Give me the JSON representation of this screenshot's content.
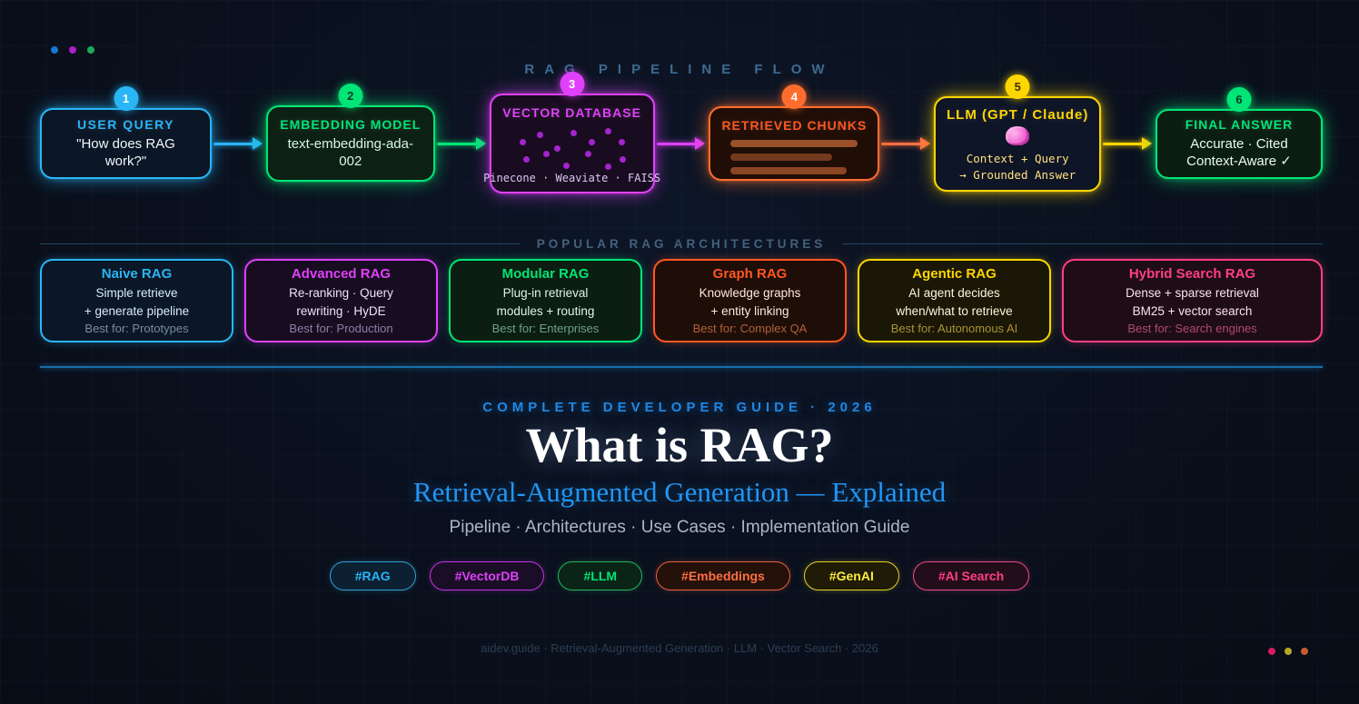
{
  "pipeline": {
    "header": "RAG PIPELINE FLOW",
    "steps": [
      {
        "num": "1",
        "title": "USER QUERY",
        "body": "\"How does RAG work?\"",
        "accent": "#29b6f6",
        "bg": "#0b1626",
        "badge_text_color": "#ffffff"
      },
      {
        "num": "2",
        "title": "EMBEDDING MODEL",
        "body": "text-embedding-ada-002",
        "accent": "#00e676",
        "bg": "#0c2014",
        "badge_text_color": "#063a1e",
        "body_color": "#d7f7e2"
      },
      {
        "num": "3",
        "title": "VECTOR DATABASE",
        "footer": "Pinecone · Weaviate · FAISS",
        "accent": "#e040fb",
        "bg": "#190b20",
        "badge_text_color": "#ffffff",
        "dot_color": "#a424cf"
      },
      {
        "num": "4",
        "title": "RETRIEVED CHUNKS",
        "accent": "#ff6d2e",
        "title_color": "#ff5722",
        "bg": "#1f0d06",
        "badge_text_color": "#ffffff",
        "bar_colors": [
          "#9a5028",
          "#743a1e",
          "#8a4522"
        ]
      },
      {
        "num": "5",
        "title": "LLM (GPT / Claude)",
        "icon": "brain-icon",
        "lines": [
          "Context + Query",
          "→ Grounded Answer"
        ],
        "accent": "#ffd600",
        "bg": "#0e1526",
        "badge_text_color": "#3f3000",
        "mono_color": "#ffe082"
      },
      {
        "num": "6",
        "title": "FINAL ANSWER",
        "lines": [
          "Accurate · Cited",
          "Context-Aware ✓"
        ],
        "accent": "#00e676",
        "bg": "#0c1d12",
        "badge_text_color": "#063a1e"
      }
    ],
    "arrow_colors": [
      "#29b6f6",
      "#00e676",
      "#e040fb",
      "#ff7043",
      "#ffd600"
    ]
  },
  "architectures": {
    "header": "POPULAR RAG ARCHITECTURES",
    "cards": [
      {
        "title": "Naive RAG",
        "lines": [
          "Simple retrieve",
          "+ generate pipeline"
        ],
        "best": "Best for: Prototypes",
        "accent": "#29b6f6",
        "bg": "#0b1726",
        "body": "#d9ecf9",
        "dim": "#7a8c9c"
      },
      {
        "title": "Advanced RAG",
        "lines": [
          "Re-ranking · Query",
          "rewriting · HyDE"
        ],
        "best": "Best for: Production",
        "accent": "#e040fb",
        "bg": "#170c20",
        "body": "#efe2fa",
        "dim": "#8f7fa6"
      },
      {
        "title": "Modular RAG",
        "lines": [
          "Plug-in retrieval",
          "modules + routing"
        ],
        "best": "Best for: Enterprises",
        "accent": "#00e676",
        "bg": "#0b1e11",
        "body": "#ddf6e8",
        "dim": "#6fa183"
      },
      {
        "title": "Graph RAG",
        "lines": [
          "Knowledge graphs",
          "+ entity linking"
        ],
        "best": "Best for: Complex QA",
        "accent": "#ff5722",
        "bg": "#1f0e07",
        "body": "#fde8dd",
        "dim": "#b0603a"
      },
      {
        "title": "Agentic RAG",
        "lines": [
          "AI agent decides",
          "when/what to retrieve"
        ],
        "best": "Best for: Autonomous AI",
        "accent": "#ffd600",
        "bg": "#1b1706",
        "body": "#fdf6dc",
        "dim": "#a79336"
      },
      {
        "title": "Hybrid Search RAG",
        "lines": [
          "Dense + sparse retrieval",
          "BM25 + vector search"
        ],
        "best": "Best for: Search engines",
        "accent": "#ff4081",
        "bg": "#1e0c16",
        "body": "#fde2ec",
        "dim": "#b04a72"
      }
    ]
  },
  "hero": {
    "kicker": "COMPLETE DEVELOPER GUIDE · 2026",
    "title": "What is RAG?",
    "subtitle": "Retrieval-Augmented Generation — Explained",
    "tagline": "Pipeline · Architectures · Use Cases · Implementation Guide",
    "kicker_color": "#1e88e5",
    "subtitle_color": "#2196f3"
  },
  "tags": [
    {
      "label": "#RAG",
      "accent": "#2e9fd0",
      "text": "#29b6f6",
      "bg": "#0c2032"
    },
    {
      "label": "#VectorDB",
      "accent": "#c233e0",
      "text": "#e040fb",
      "bg": "#1a0e26"
    },
    {
      "label": "#LLM",
      "accent": "#23b35c",
      "text": "#00e676",
      "bg": "#0a2417"
    },
    {
      "label": "#Embeddings",
      "accent": "#e8603a",
      "text": "#ff7043",
      "bg": "#241109"
    },
    {
      "label": "#GenAI",
      "accent": "#e3cf25",
      "text": "#ffeb3b",
      "bg": "#1f1b07"
    },
    {
      "label": "#AI Search",
      "accent": "#e84a8a",
      "text": "#ff4081",
      "bg": "#220d1a"
    }
  ],
  "footer": "aidev.guide · Retrieval-Augmented Generation · LLM · Vector Search · 2026",
  "decor": {
    "top_left_dots": [
      "#1976d2",
      "#ab1fc6",
      "#1faa59"
    ],
    "bottom_right_dots": [
      "#d81b60",
      "#b8a820",
      "#c45f2e"
    ]
  }
}
